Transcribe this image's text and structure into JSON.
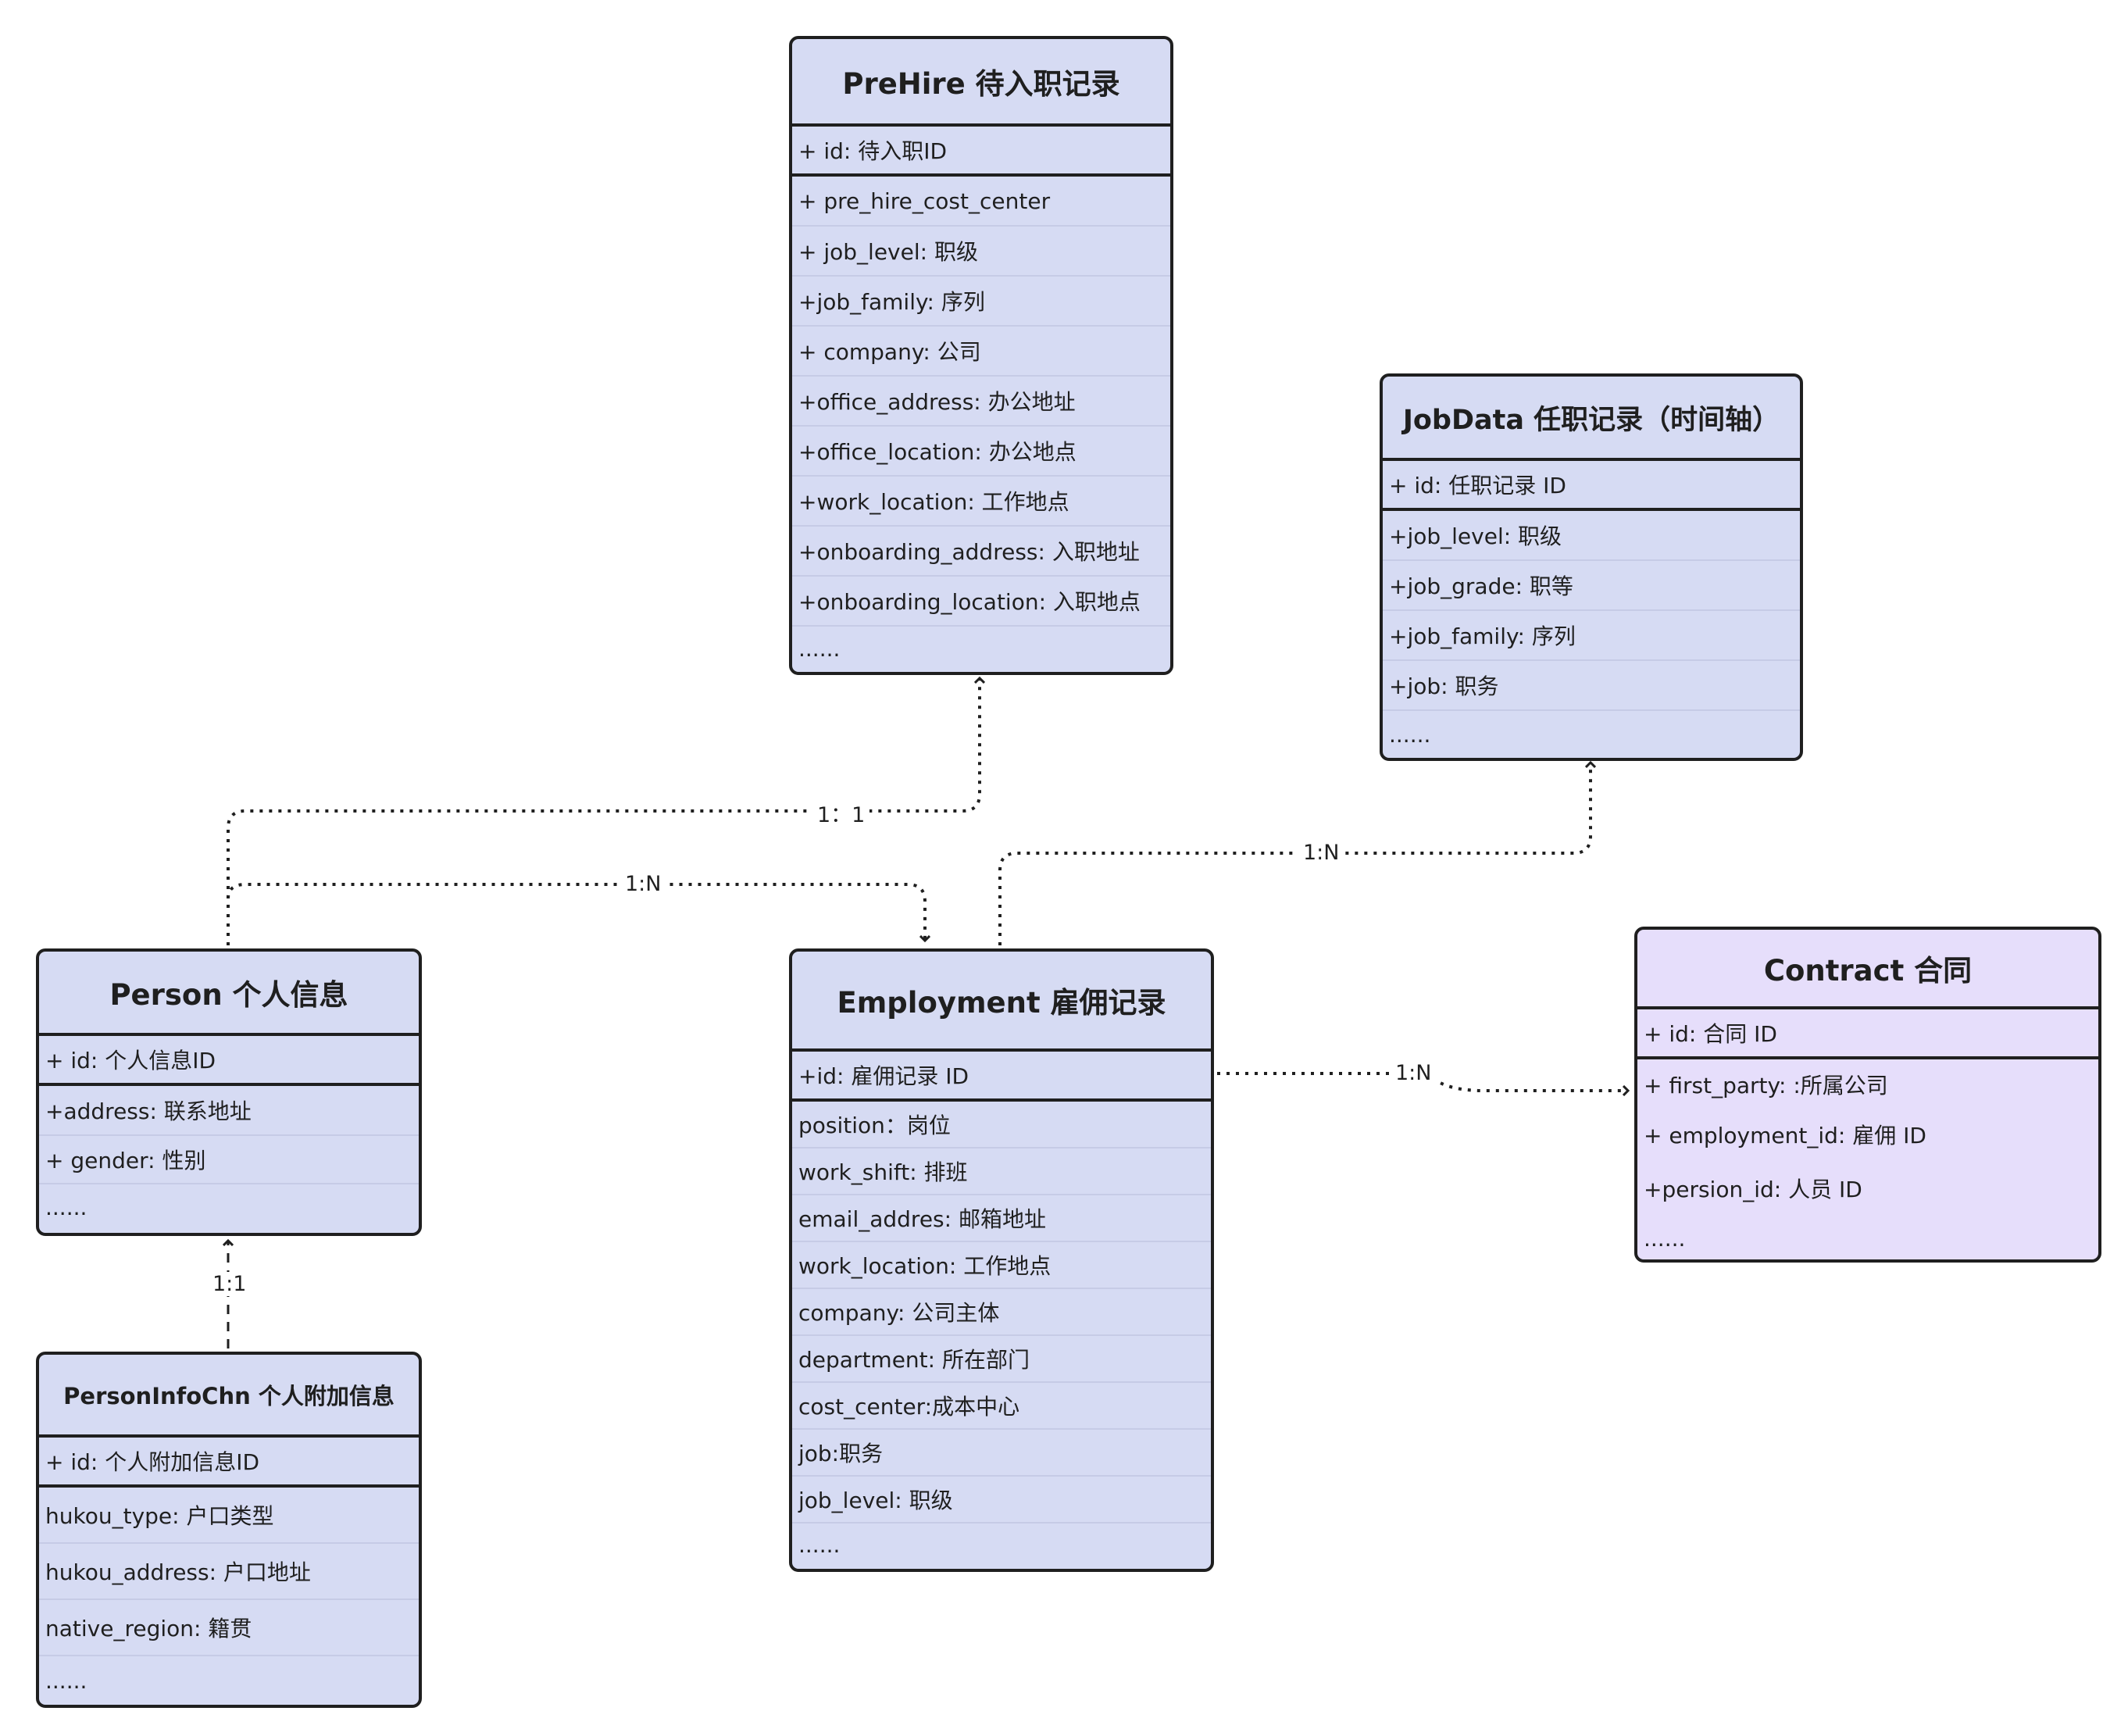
{
  "classes": {
    "prehire": {
      "title": "PreHire  待入职记录",
      "id_field": "+ id: 待入职ID",
      "attributes": [
        "+ pre_hire_cost_center",
        "+ job_level: 职级",
        "+job_family: 序列",
        "+ company: 公司",
        "+office_address: 办公地址",
        "+office_location: 办公地点",
        "+work_location: 工作地点",
        "+onboarding_address: 入职地址",
        "+onboarding_location: 入职地点",
        "......"
      ]
    },
    "jobdata": {
      "title": "JobData  任职记录（时间轴）",
      "id_field": "+ id: 任职记录 ID",
      "attributes": [
        "+job_level: 职级",
        "+job_grade: 职等",
        "+job_family: 序列",
        "+job: 职务",
        "......"
      ]
    },
    "person": {
      "title": "Person  个人信息",
      "id_field": "+ id: 个人信息ID",
      "attributes": [
        "+address: 联系地址",
        "+ gender: 性别",
        "......"
      ]
    },
    "employment": {
      "title": "Employment  雇佣记录",
      "id_field": "+id: 雇佣记录 ID",
      "attributes": [
        "position：岗位",
        "work_shift: 排班",
        "email_addres: 邮箱地址",
        "work_location: 工作地点",
        "company: 公司主体",
        "department: 所在部门",
        "cost_center:成本中心",
        "job:职务",
        "job_level: 职级",
        "......"
      ]
    },
    "contract": {
      "title": "Contract 合同",
      "id_field": "+ id: 合同 ID",
      "attributes": [
        "+ first_party: :所属公司",
        "+ employment_id: 雇佣 ID",
        "+persion_id: 人员 ID",
        "......"
      ]
    },
    "personinfochn": {
      "title": "PersonInfoChn  个人附加信息",
      "id_field": "+ id: 个人附加信息ID",
      "attributes": [
        "hukou_type: 户口类型",
        "hukou_address: 户口地址",
        "native_region: 籍贯",
        "......"
      ]
    }
  },
  "relationships": {
    "person_prehire": "1：1",
    "person_employment": "1:N",
    "employment_jobdata": "1:N",
    "employment_contract": "1:N",
    "personinfochn_person": "1:1"
  },
  "colors": {
    "class_fill": "#d6dbf3",
    "contract_fill": "#e6defb",
    "border": "#1f1f1f",
    "connector": "#1f1f1f"
  }
}
